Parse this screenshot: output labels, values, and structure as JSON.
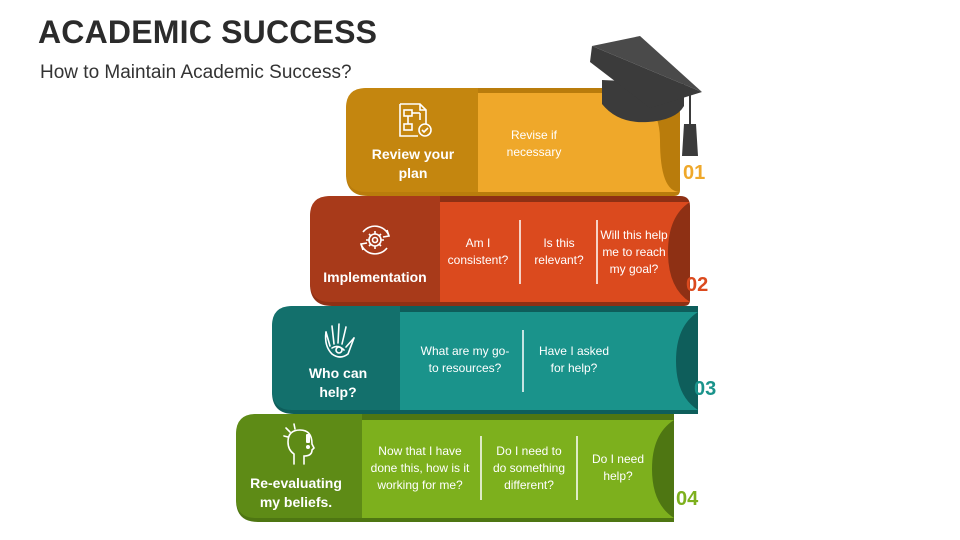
{
  "title": "ACADEMIC SUCCESS",
  "subtitle": "How to Maintain Academic Success?",
  "colors": {
    "step1_dark": "#C4860F",
    "step1_light": "#EFA82A",
    "step2_dark": "#A83A1A",
    "step2_light": "#DB4A1E",
    "step3_dark": "#13706C",
    "step3_light": "#1A938B",
    "step4_dark": "#5E8B16",
    "step4_light": "#7DB01D",
    "cap": "#3B3B3B"
  },
  "steps": [
    {
      "number": "01",
      "label": "Review your plan",
      "icon": "plan-flowchart-icon",
      "items": [
        "Revise if necessary"
      ]
    },
    {
      "number": "02",
      "label": "Implementation",
      "icon": "gear-cycle-icon",
      "items": [
        "Am I consistent?",
        "Is this relevant?",
        "Will this help me to reach my goal?"
      ]
    },
    {
      "number": "03",
      "label": "Who can help?",
      "icon": "helping-hand-icon",
      "items": [
        "What are my go-to resources?",
        "Have I asked for help?"
      ]
    },
    {
      "number": "04",
      "label": "Re-evaluating my beliefs.",
      "icon": "head-exclamation-icon",
      "items": [
        "Now that I have done this, how is it working for me?",
        "Do I need to do something different?",
        "Do I need help?"
      ]
    }
  ]
}
